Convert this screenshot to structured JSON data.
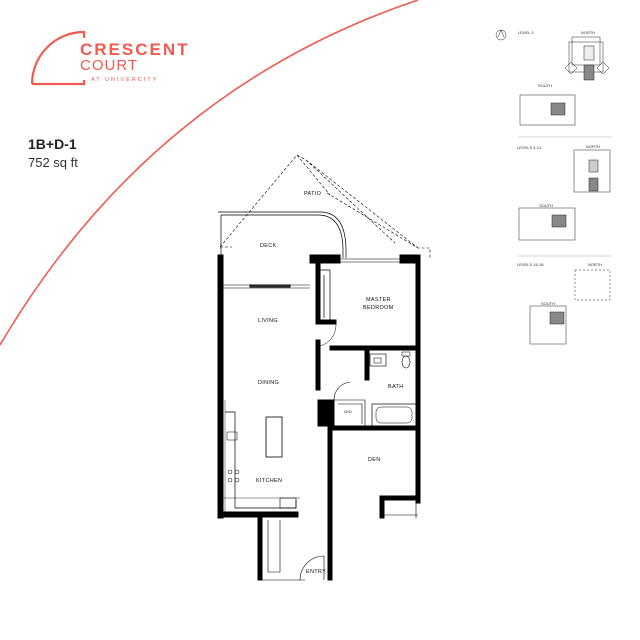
{
  "brand": {
    "line1": "CRESCENT",
    "line2": "COURT",
    "tagline": "AT UNIVERCITY",
    "accent_color": "#f05a4f"
  },
  "unit": {
    "name": "1B+D-1",
    "area": "752 sq ft"
  },
  "rooms": {
    "patio": "PATIO",
    "deck": "DECK",
    "master_bedroom_1": "MASTER",
    "master_bedroom_2": "BEDROOM",
    "living": "LIVING",
    "dining": "DINING",
    "bath": "BATH",
    "den": "DEN",
    "kitchen": "KITCHEN",
    "entry": "ENTRY",
    "wd": "W/D"
  },
  "key_plans": {
    "north_arrow": "north-arrow-icon",
    "sections": [
      {
        "level": "LEVEL 3",
        "north": "NORTH",
        "south": "SOUTH"
      },
      {
        "level": "LEVELS 4-14",
        "north": "NORTH",
        "south": "SOUTH"
      },
      {
        "level": "LEVELS 15-18",
        "north": "NORTH",
        "south": "SOUTH"
      }
    ]
  }
}
